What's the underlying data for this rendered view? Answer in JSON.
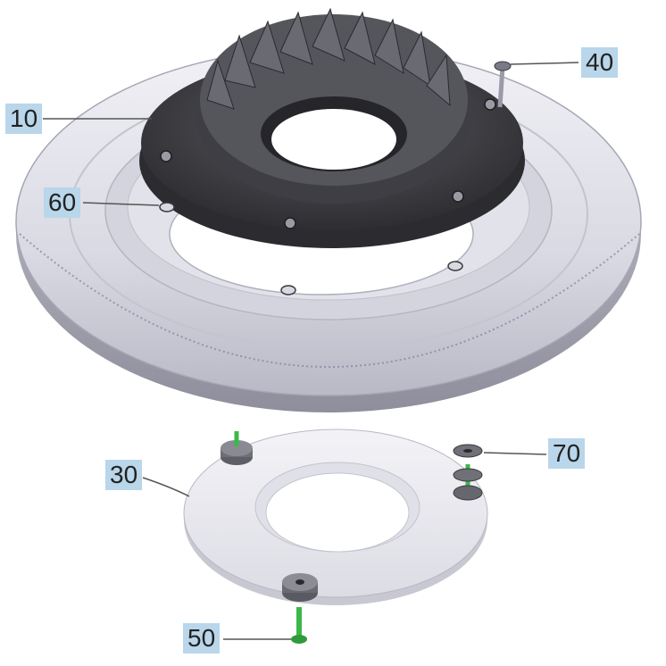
{
  "callouts": {
    "c10": "10",
    "c60": "60",
    "c40": "40",
    "c30": "30",
    "c70": "70",
    "c50": "50"
  },
  "colors": {
    "callout_bg": "#b9d6ea",
    "disc_light": "#e6e6ee",
    "disc_mid": "#c9c9d4",
    "disc_dark": "#9e9eab",
    "burr_ring": "#3a3a3e",
    "burr_teeth": "#58585e",
    "pin_green": "#3cb84a"
  }
}
